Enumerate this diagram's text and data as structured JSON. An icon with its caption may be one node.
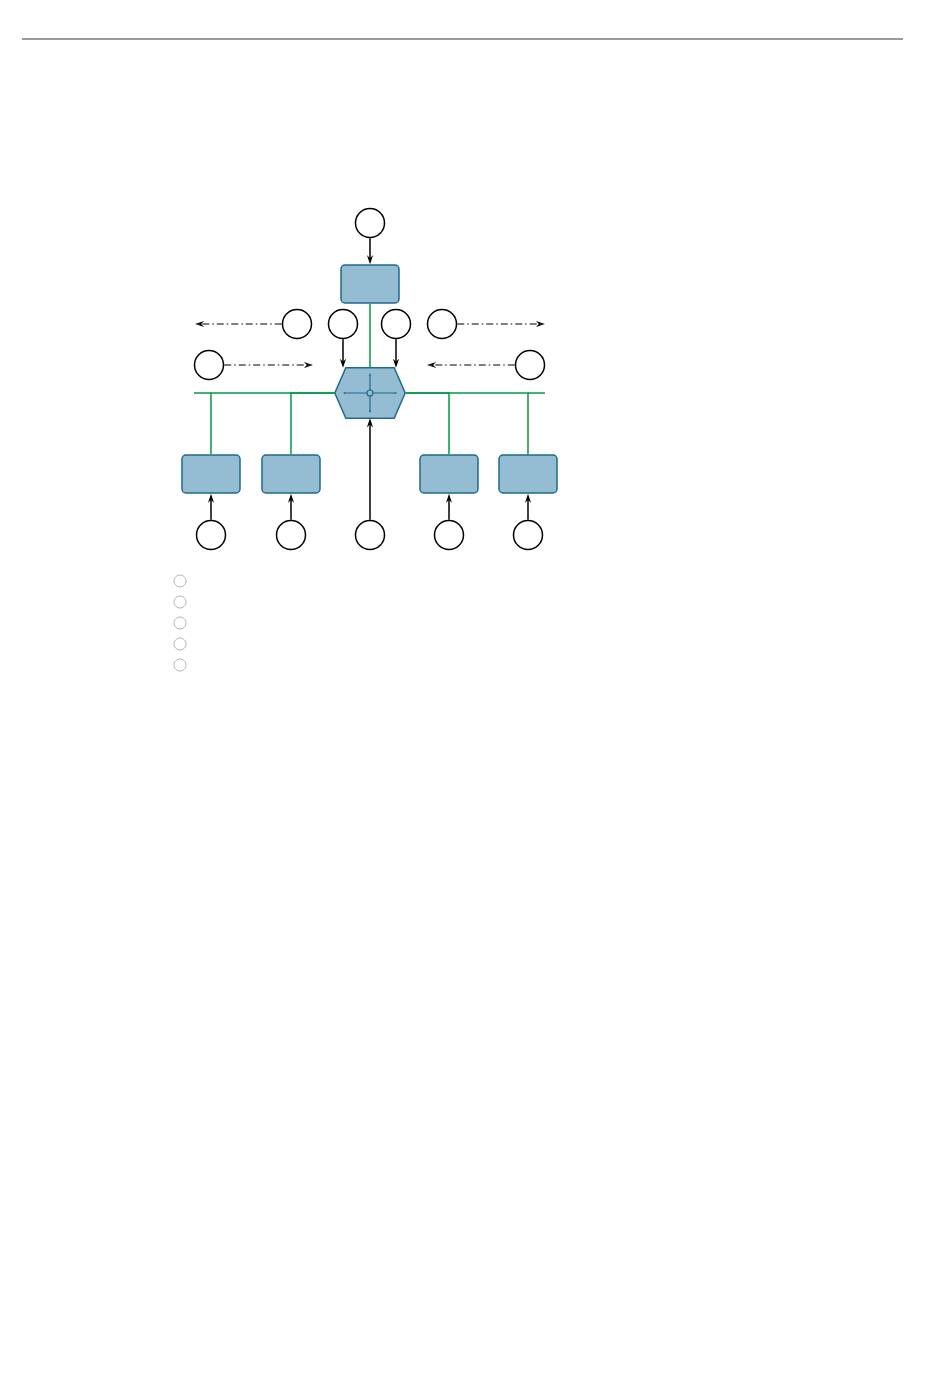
{
  "diagram": {
    "nodes": [
      {
        "text": [],
        "shape": "circle"
      },
      {
        "text": [],
        "shape": "box"
      },
      {
        "text": [],
        "shape": "circle"
      },
      {
        "text": [],
        "shape": "circle"
      },
      {
        "text": [],
        "shape": "circle"
      },
      {
        "text": [],
        "shape": "circle"
      },
      {
        "text": [],
        "shape": "circle"
      },
      {
        "text": [],
        "shape": "circle"
      },
      {
        "text": [],
        "shape": "hexagon"
      },
      {
        "text": [],
        "shape": "box"
      },
      {
        "text": [],
        "shape": "box"
      },
      {
        "text": [],
        "shape": "box"
      },
      {
        "text": [],
        "shape": "box"
      },
      {
        "text": [],
        "shape": "circle"
      },
      {
        "text": [],
        "shape": "circle"
      },
      {
        "text": [],
        "shape": "circle"
      },
      {
        "text": [],
        "shape": "circle"
      },
      {
        "text": [],
        "shape": "circle"
      }
    ],
    "edges": [
      {
        "from": 0,
        "to": 1,
        "arrow": "to"
      },
      {
        "from": 1,
        "to": 8,
        "arrow": "none",
        "color": "#009a44"
      },
      {
        "from": 2,
        "to": null,
        "arrow": "to",
        "style": "dashed"
      },
      {
        "from": 5,
        "to": null,
        "arrow": "to",
        "style": "dashed"
      },
      {
        "from": 6,
        "to": null,
        "arrow": "to",
        "style": "dashed"
      },
      {
        "from": 7,
        "to": null,
        "arrow": "to",
        "style": "dashed"
      },
      {
        "from": 3,
        "to": 8,
        "arrow": "to"
      },
      {
        "from": 4,
        "to": 8,
        "arrow": "to"
      },
      {
        "from": 8,
        "to": 9,
        "arrow": "none",
        "color": "#009a44"
      },
      {
        "from": 8,
        "to": 10,
        "arrow": "none",
        "color": "#009a44"
      },
      {
        "from": 8,
        "to": 11,
        "arrow": "none",
        "color": "#009a44"
      },
      {
        "from": 8,
        "to": 12,
        "arrow": "none",
        "color": "#009a44"
      },
      {
        "from": 13,
        "to": 9,
        "arrow": "to"
      },
      {
        "from": 14,
        "to": 10,
        "arrow": "to"
      },
      {
        "from": 15,
        "to": 8,
        "arrow": "to"
      },
      {
        "from": 16,
        "to": 11,
        "arrow": "to"
      },
      {
        "from": 17,
        "to": 12,
        "arrow": "to"
      }
    ]
  }
}
